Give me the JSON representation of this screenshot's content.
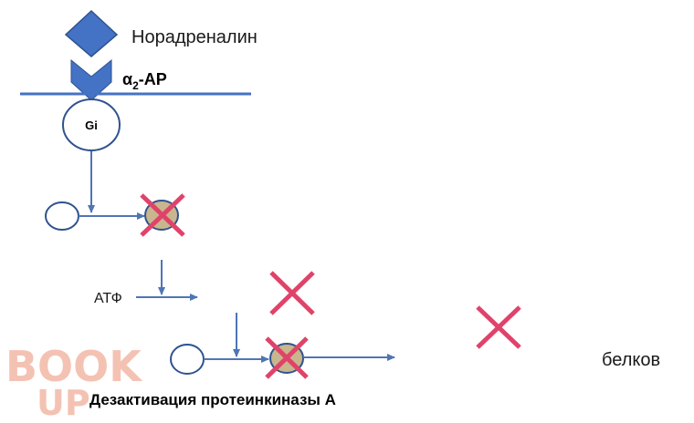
{
  "colors": {
    "receptor_blue": "#4472c4",
    "arrow_blue": "#4f75b4",
    "outline_blue": "#2f528f",
    "cross_pink": "#e0436a",
    "enzyme_fill": "#c8b68e",
    "watermark": "#f3b8a6"
  },
  "diagram": {
    "ligand_label": "Норадреналин",
    "receptor_label_main": "α",
    "receptor_label_sub": "2",
    "receptor_label_tail": "-АР",
    "g_protein_label": "Gi",
    "atp_label": "АТФ",
    "proteins_label": "белков",
    "caption": "Дезактивация протеинкиназы А"
  },
  "watermark": {
    "line1": "BOOK",
    "line2": "UP"
  }
}
